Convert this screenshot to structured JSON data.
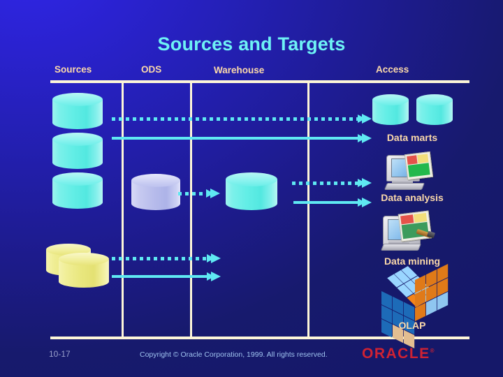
{
  "slide": {
    "title": "Sources and Targets",
    "page_number": "10-17",
    "copyright": "Copyright © Oracle Corporation, 1999. All rights reserved.",
    "logo_text": "ORACLE",
    "logo_mark": "®"
  },
  "colors": {
    "background_light": "#2a22cf",
    "background_dark": "#151869",
    "title": "#6ef2f5",
    "header_label": "#fbd9aa",
    "rule": "#fdf6d8",
    "arrow": "#5fe9f2",
    "cylinder_cyan": "#7bf0ea",
    "cylinder_lavender": "#c6c9f0",
    "cylinder_yellow": "#f0ee96",
    "logo_red": "#cf2233",
    "copyright_text": "#9fc3ef",
    "page_number_text": "#9aa0cc"
  },
  "columns": [
    {
      "key": "sources",
      "label": "Sources"
    },
    {
      "key": "ods",
      "label": "ODS"
    },
    {
      "key": "warehouse",
      "label": "Warehouse"
    },
    {
      "key": "access",
      "label": "Access"
    }
  ],
  "access_items": [
    {
      "key": "data-marts",
      "label": "Data marts",
      "icon": "database-cylinder-pair"
    },
    {
      "key": "data-analysis",
      "label": "Data analysis",
      "icon": "monitor-chart-icon"
    },
    {
      "key": "data-mining",
      "label": "Data mining",
      "icon": "monitor-pickaxe-icon"
    },
    {
      "key": "olap",
      "label": "OLAP",
      "icon": "cube-icon"
    }
  ],
  "sources": [
    {
      "key": "source-db-1",
      "icon": "cylinder-cyan"
    },
    {
      "key": "source-db-2",
      "icon": "cylinder-cyan"
    },
    {
      "key": "source-db-3",
      "icon": "cylinder-cyan"
    },
    {
      "key": "source-db-4",
      "icon": "cylinder-yellow-pair"
    }
  ],
  "stores": [
    {
      "key": "ods-store",
      "icon": "cylinder-lavender"
    },
    {
      "key": "warehouse-store",
      "icon": "cylinder-cyan"
    }
  ],
  "flows": [
    {
      "key": "flow-sources-to-access-dotted",
      "style": "dotted"
    },
    {
      "key": "flow-sources-to-access-solid",
      "style": "solid"
    },
    {
      "key": "flow-ods-to-warehouse-dotted",
      "style": "dotted"
    },
    {
      "key": "flow-warehouse-to-access-dotted",
      "style": "dotted"
    },
    {
      "key": "flow-warehouse-to-access-solid",
      "style": "solid"
    },
    {
      "key": "flow-legacy-to-ods-dotted",
      "style": "dotted"
    },
    {
      "key": "flow-legacy-to-ods-solid",
      "style": "solid"
    }
  ]
}
